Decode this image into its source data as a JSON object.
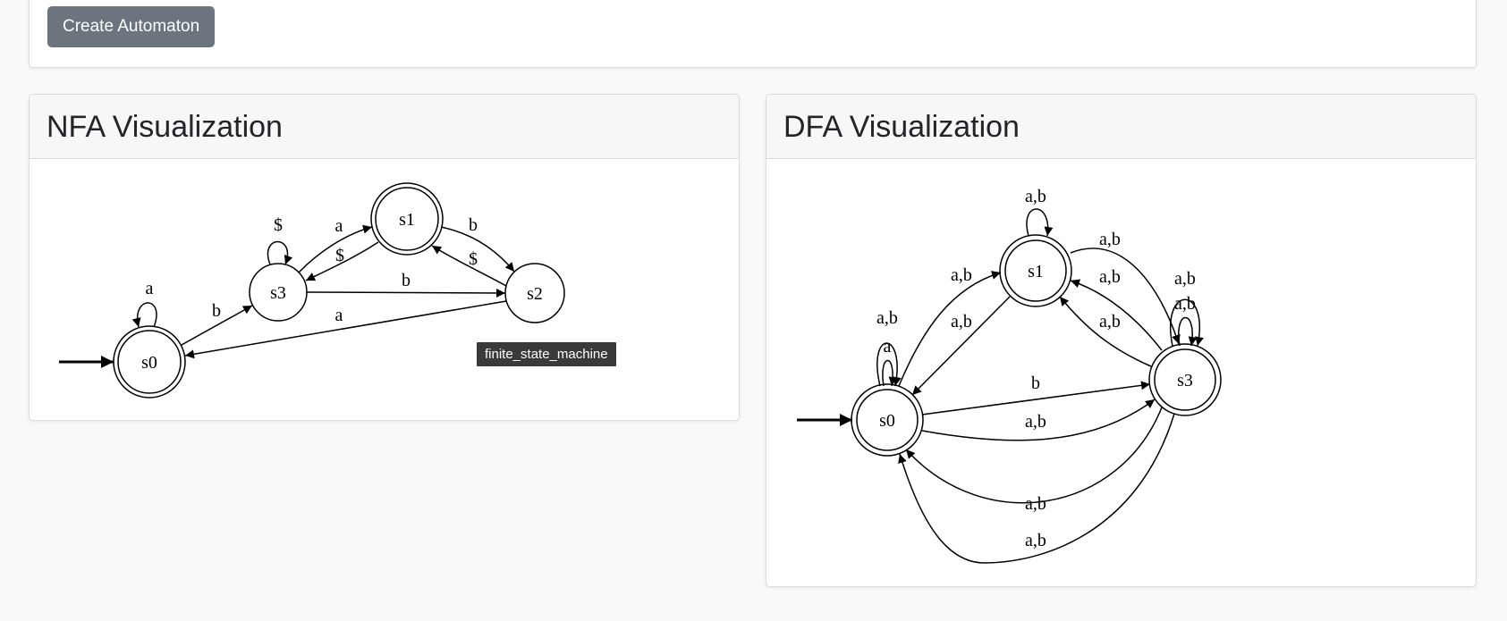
{
  "toolbar": {
    "create_label": "Create Automaton"
  },
  "nfa": {
    "title": "NFA Visualization",
    "tooltip": "finite_state_machine",
    "states": {
      "s0": "s0",
      "s1": "s1",
      "s2": "s2",
      "s3": "s3"
    },
    "edges": {
      "s0_loop": "a",
      "s0_s3": "b",
      "s3_loop": "$",
      "s3_s1": "a",
      "s1_s3": "$",
      "s1_s2": "b",
      "s2_s1": "$",
      "s3_s2": "b",
      "s2_s0": "a"
    }
  },
  "dfa": {
    "title": "DFA Visualization",
    "states": {
      "s0": "s0",
      "s1": "s1",
      "s3": "s3"
    },
    "edges": {
      "s1_loop": "a,b",
      "s0_s1": "a,b",
      "s1_s0": "a,b",
      "s1_s3": "a,b",
      "s3_s1_a": "a,b",
      "s3_s1_b": "a,b",
      "s3_loop_outer": "a,b",
      "s3_loop_inner": "a,b",
      "s0_loop_outer": "a,b",
      "s0_loop_inner": "a",
      "s0_s3_b": "b",
      "s0_s3_ab": "a,b",
      "s3_s0_a": "a,b",
      "s3_s0_b": "a,b"
    }
  }
}
